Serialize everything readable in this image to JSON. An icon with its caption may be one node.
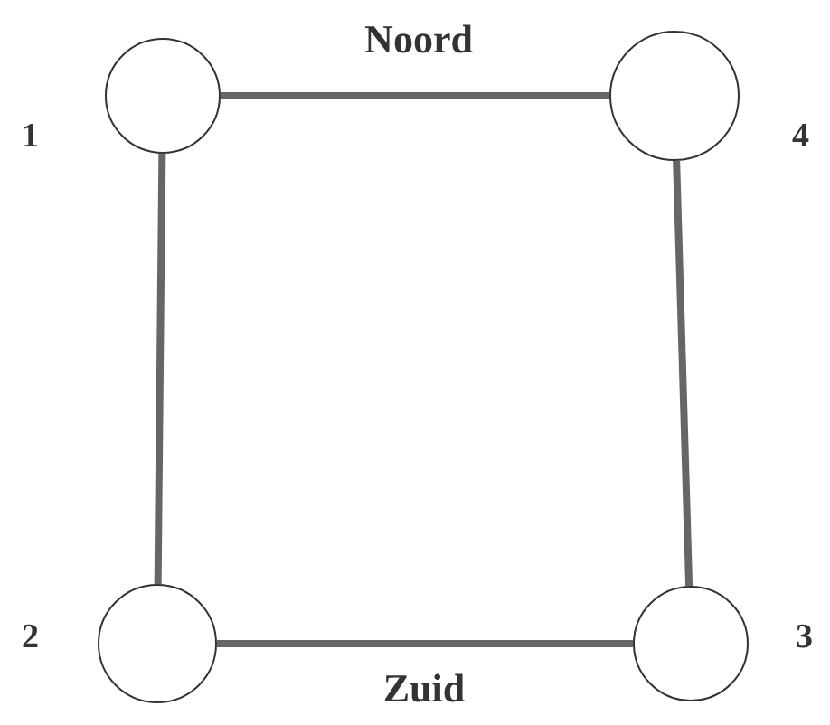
{
  "diagram": {
    "nodes": [
      {
        "text": [],
        "shape": "circle",
        "beside": [
          "1"
        ]
      },
      {
        "text": [],
        "shape": "circle",
        "beside": [
          "4"
        ]
      },
      {
        "text": [],
        "shape": "circle",
        "beside": [
          "2"
        ]
      },
      {
        "text": [],
        "shape": "circle",
        "beside": [
          "3"
        ]
      }
    ],
    "edges": [
      {
        "from": 0,
        "to": 1,
        "arrow": "none",
        "label": "Noord"
      },
      {
        "from": 0,
        "to": 2,
        "arrow": "none"
      },
      {
        "from": 1,
        "to": 3,
        "arrow": "none"
      },
      {
        "from": 2,
        "to": 3,
        "arrow": "none",
        "label": "Zuid"
      }
    ]
  }
}
